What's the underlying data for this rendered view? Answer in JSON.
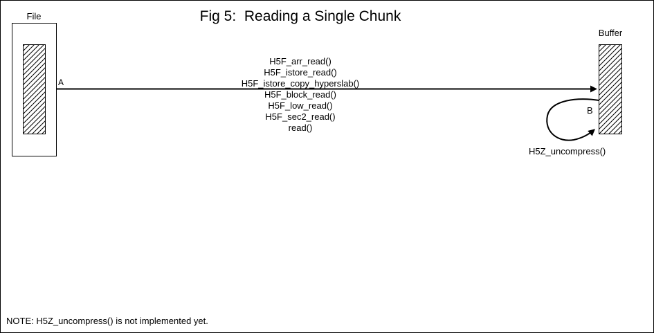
{
  "diagram": {
    "title": "Fig 5:  Reading a Single Chunk",
    "file_box": {
      "label": "File"
    },
    "buffer_box": {
      "label": "Buffer"
    },
    "read_arrow": {
      "start_label": "A",
      "call_stack_above": [
        "H5F_arr_read()",
        "H5F_istore_read()",
        "H5F_istore_copy_hyperslab()"
      ],
      "call_stack_below": [
        "H5F_block_read()",
        "H5F_low_read()",
        "H5F_sec2_read()",
        "read()"
      ]
    },
    "loop_arrow": {
      "point_label": "B",
      "label": "H5Z_uncompress()"
    },
    "note": "NOTE: H5Z_uncompress() is not implemented yet.",
    "colors": {
      "ink": "#000000",
      "background": "#ffffff"
    }
  }
}
